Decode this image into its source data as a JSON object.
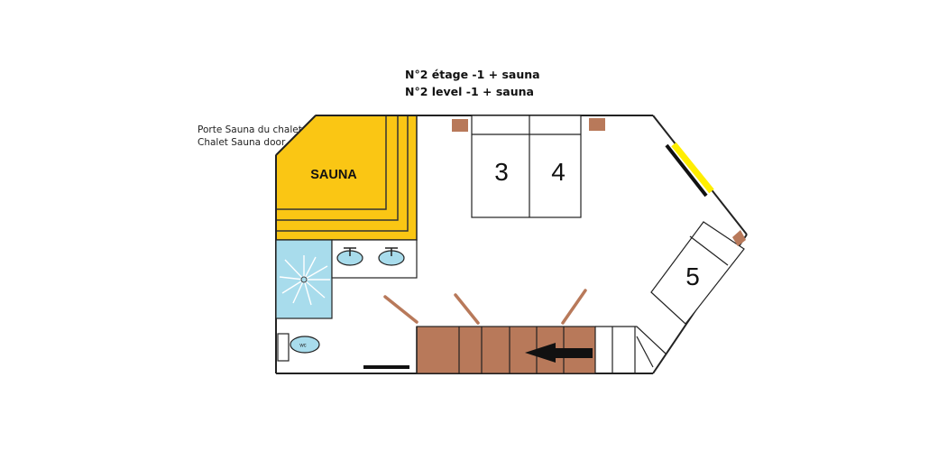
{
  "title": {
    "line1": "N°2 étage -1 + sauna",
    "line2": "N°2 level -1 + sauna"
  },
  "door_label": {
    "line1": "Porte Sauna du chalet",
    "line2": "Chalet Sauna door"
  },
  "rooms": {
    "sauna": "SAUNA",
    "wc": "wc"
  },
  "beds": [
    {
      "number": "3"
    },
    {
      "number": "4"
    },
    {
      "number": "5"
    }
  ],
  "colors": {
    "sauna": "#fac614",
    "sauna_lines": "#333333",
    "shower": "#a8dcec",
    "stairs": "#b8795a",
    "nightstand": "#b8795a",
    "window": "#ffee00",
    "door": "#b8795a",
    "wall": "#222222"
  },
  "icons": [
    "sink-icon",
    "shower-drain-icon",
    "toilet-icon",
    "arrow-left-icon"
  ]
}
